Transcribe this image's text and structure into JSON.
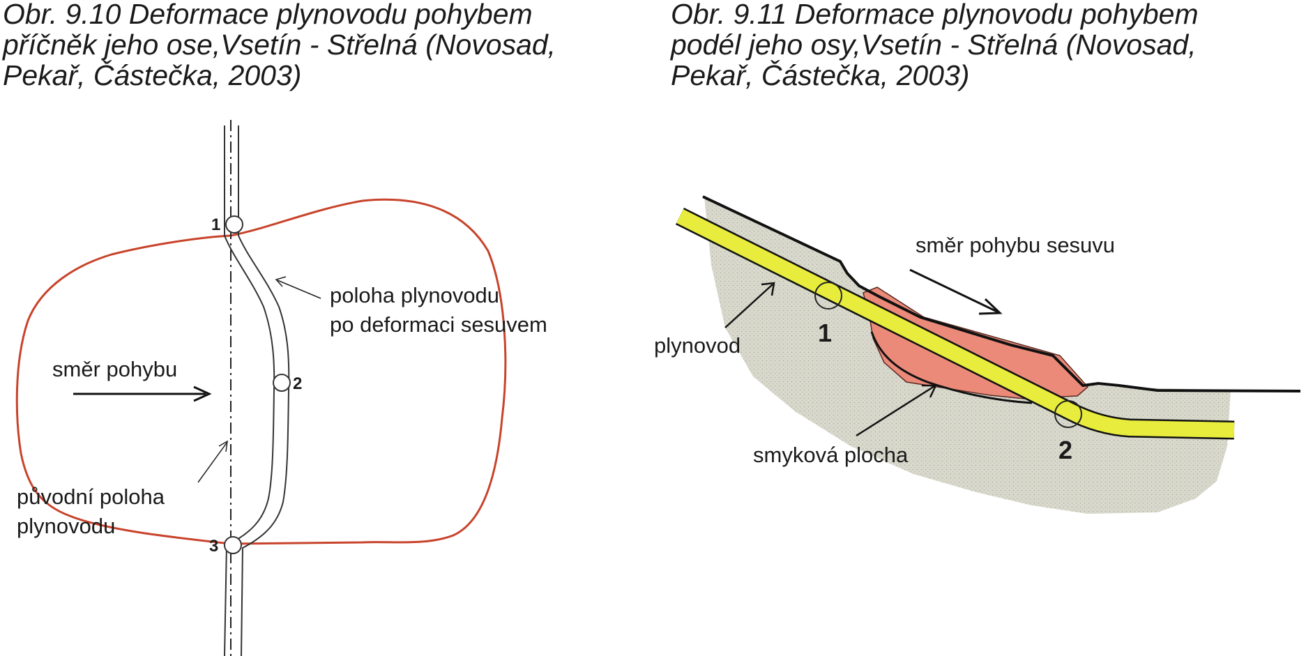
{
  "figure_left": {
    "caption_lines": [
      "Obr. 9.10  Deformace plynovodu pohybem",
      "příčněk jeho ose,Vsetín - Střelná (Novosad,",
      "Pekař, Částečka, 2003)"
    ],
    "label_deformed": [
      "poloha plynovodu",
      "po deformaci sesuvem"
    ],
    "label_direction": "směr pohybu",
    "label_original": [
      "původní poloha",
      "plynovodu"
    ],
    "points": [
      "1",
      "2",
      "3"
    ]
  },
  "figure_right": {
    "caption_lines": [
      "Obr. 9.11  Deformace plynovodu pohybem",
      "podél jeho osy,Vsetín - Střelná (Novosad,",
      "Pekař, Částečka, 2003)"
    ],
    "label_direction": "směr pohybu sesuvu",
    "label_pipeline": "plynovod",
    "label_slip_surface": "smyková plocha",
    "points": [
      "1",
      "2"
    ]
  },
  "colors": {
    "landslide_outline": "#c8432b",
    "pipeline_fill": "#e8ec3c",
    "slide_body": "#ec8a7a",
    "ground": "#d9d9cd"
  }
}
